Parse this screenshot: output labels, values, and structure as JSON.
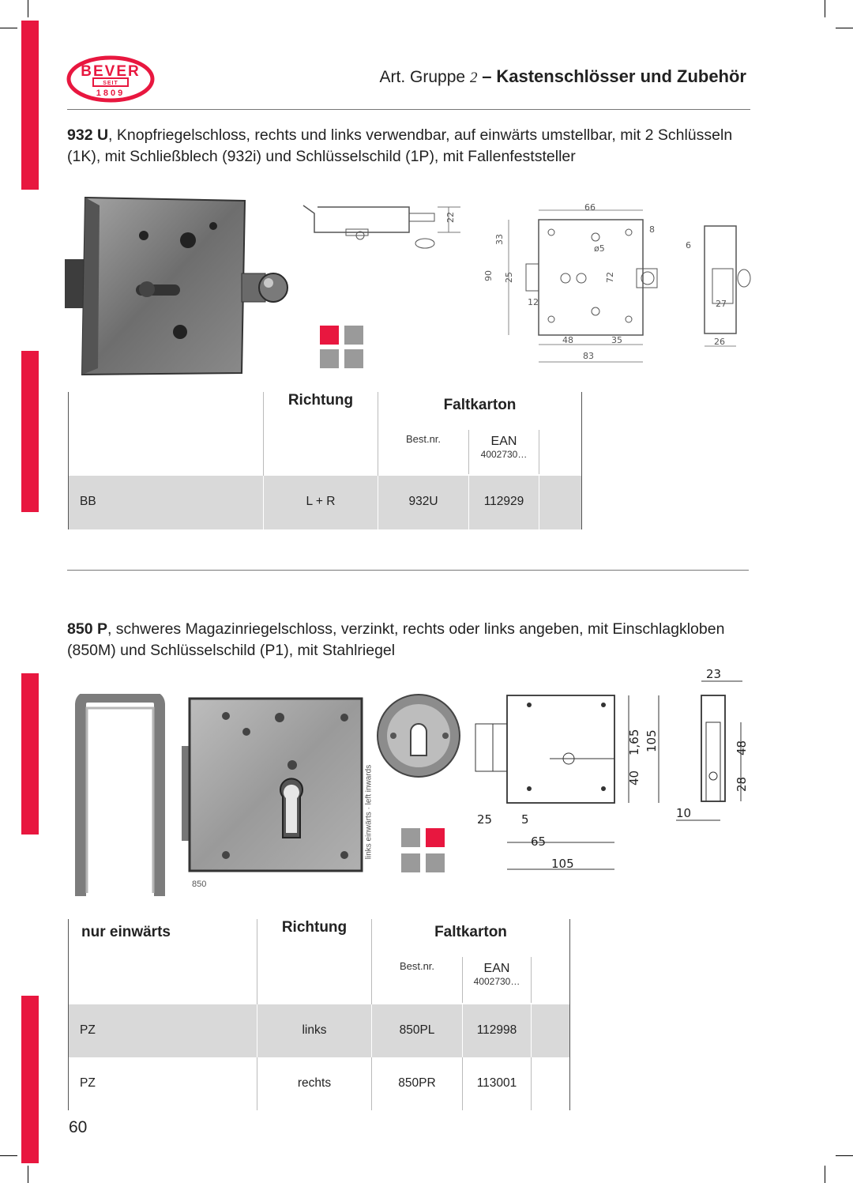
{
  "header": {
    "group_prefix": "Art. Gruppe",
    "group_number": "2",
    "group_dash": "–",
    "title": "Kastenschlösser und Zubehör",
    "logo_text_top": "BEVER",
    "logo_text_seit": "SEIT",
    "logo_text_year": "1809"
  },
  "product1": {
    "code": "932 U",
    "description": ", Knopfriegelschloss, rechts und links verwendbar, auf einwärts umstellbar, mit 2 Schlüsseln (1K), mit Schließblech (932i) und Schlüsselschild (1P), mit Fallenfeststeller",
    "drawing_dims": [
      "66",
      "22",
      "8",
      "33",
      "ø5",
      "90",
      "25",
      "72",
      "12",
      "48",
      "35",
      "83",
      "6",
      "27",
      "26"
    ],
    "table": {
      "col_label": "",
      "col_richtung": "Richtung",
      "col_faltkarton": "Faltkarton",
      "col_bestnr": "Best.nr.",
      "col_ean": "EAN",
      "ean_prefix": "4002730…",
      "rows": [
        {
          "label": "BB",
          "richtung": "L + R",
          "bestnr": "932U",
          "ean": "112929"
        }
      ]
    }
  },
  "product2": {
    "code": "850 P",
    "description": ", schweres Magazinriegelschloss, verzinkt, rechts oder links angeben, mit Einschlagkloben (850M) und Schlüsselschild (P1), mit Stahlriegel",
    "photo_caption": "850",
    "vertical_note": "links einwärts · left inwards",
    "drawing_dims": [
      "23",
      "1,65",
      "105",
      "40",
      "48",
      "28",
      "25",
      "5",
      "65",
      "105",
      "10"
    ],
    "table": {
      "col_label": "nur einwärts",
      "col_richtung": "Richtung",
      "col_faltkarton": "Faltkarton",
      "col_bestnr": "Best.nr.",
      "col_ean": "EAN",
      "ean_prefix": "4002730…",
      "rows": [
        {
          "label": "PZ",
          "richtung": "links",
          "bestnr": "850PL",
          "ean": "112998"
        },
        {
          "label": "PZ",
          "richtung": "rechts",
          "bestnr": "850PR",
          "ean": "113001"
        }
      ]
    }
  },
  "footer": {
    "page_number": "60"
  },
  "colors": {
    "accent": "#e8173f",
    "table_shade": "#d9d9d9",
    "icon_grey": "#9a9a9a"
  }
}
